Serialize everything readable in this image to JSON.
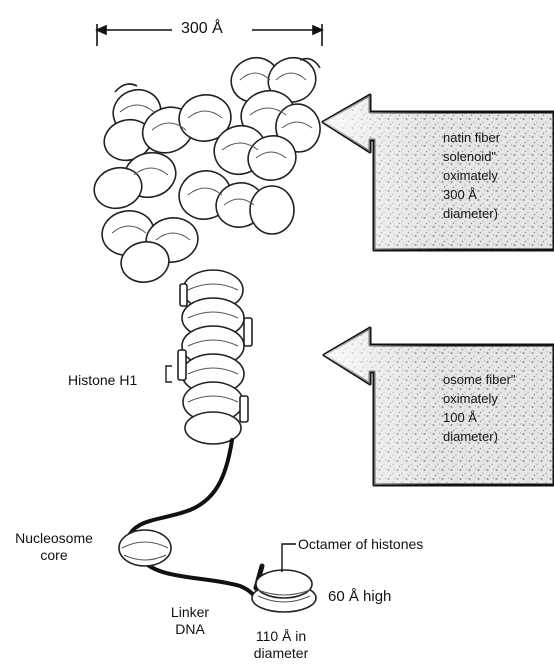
{
  "scale_bar": {
    "label": "300 Å"
  },
  "callouts": {
    "solenoid": {
      "lines": [
        "natin fiber",
        "solenoid\"",
        "oximately",
        "300 Å",
        "diameter)"
      ]
    },
    "nucleosome_fiber": {
      "lines": [
        "osome fiber\"",
        "oximately",
        "100 Å",
        "diameter)"
      ]
    }
  },
  "labels": {
    "histone_h1": "Histone H1",
    "nucleosome_core": [
      "Nucleosome",
      "core"
    ],
    "octamer": "Octamer of histones",
    "height": "60 Å high",
    "linker_dna": [
      "Linker",
      "DNA"
    ],
    "diameter": [
      "110 Å in",
      "diameter"
    ]
  }
}
